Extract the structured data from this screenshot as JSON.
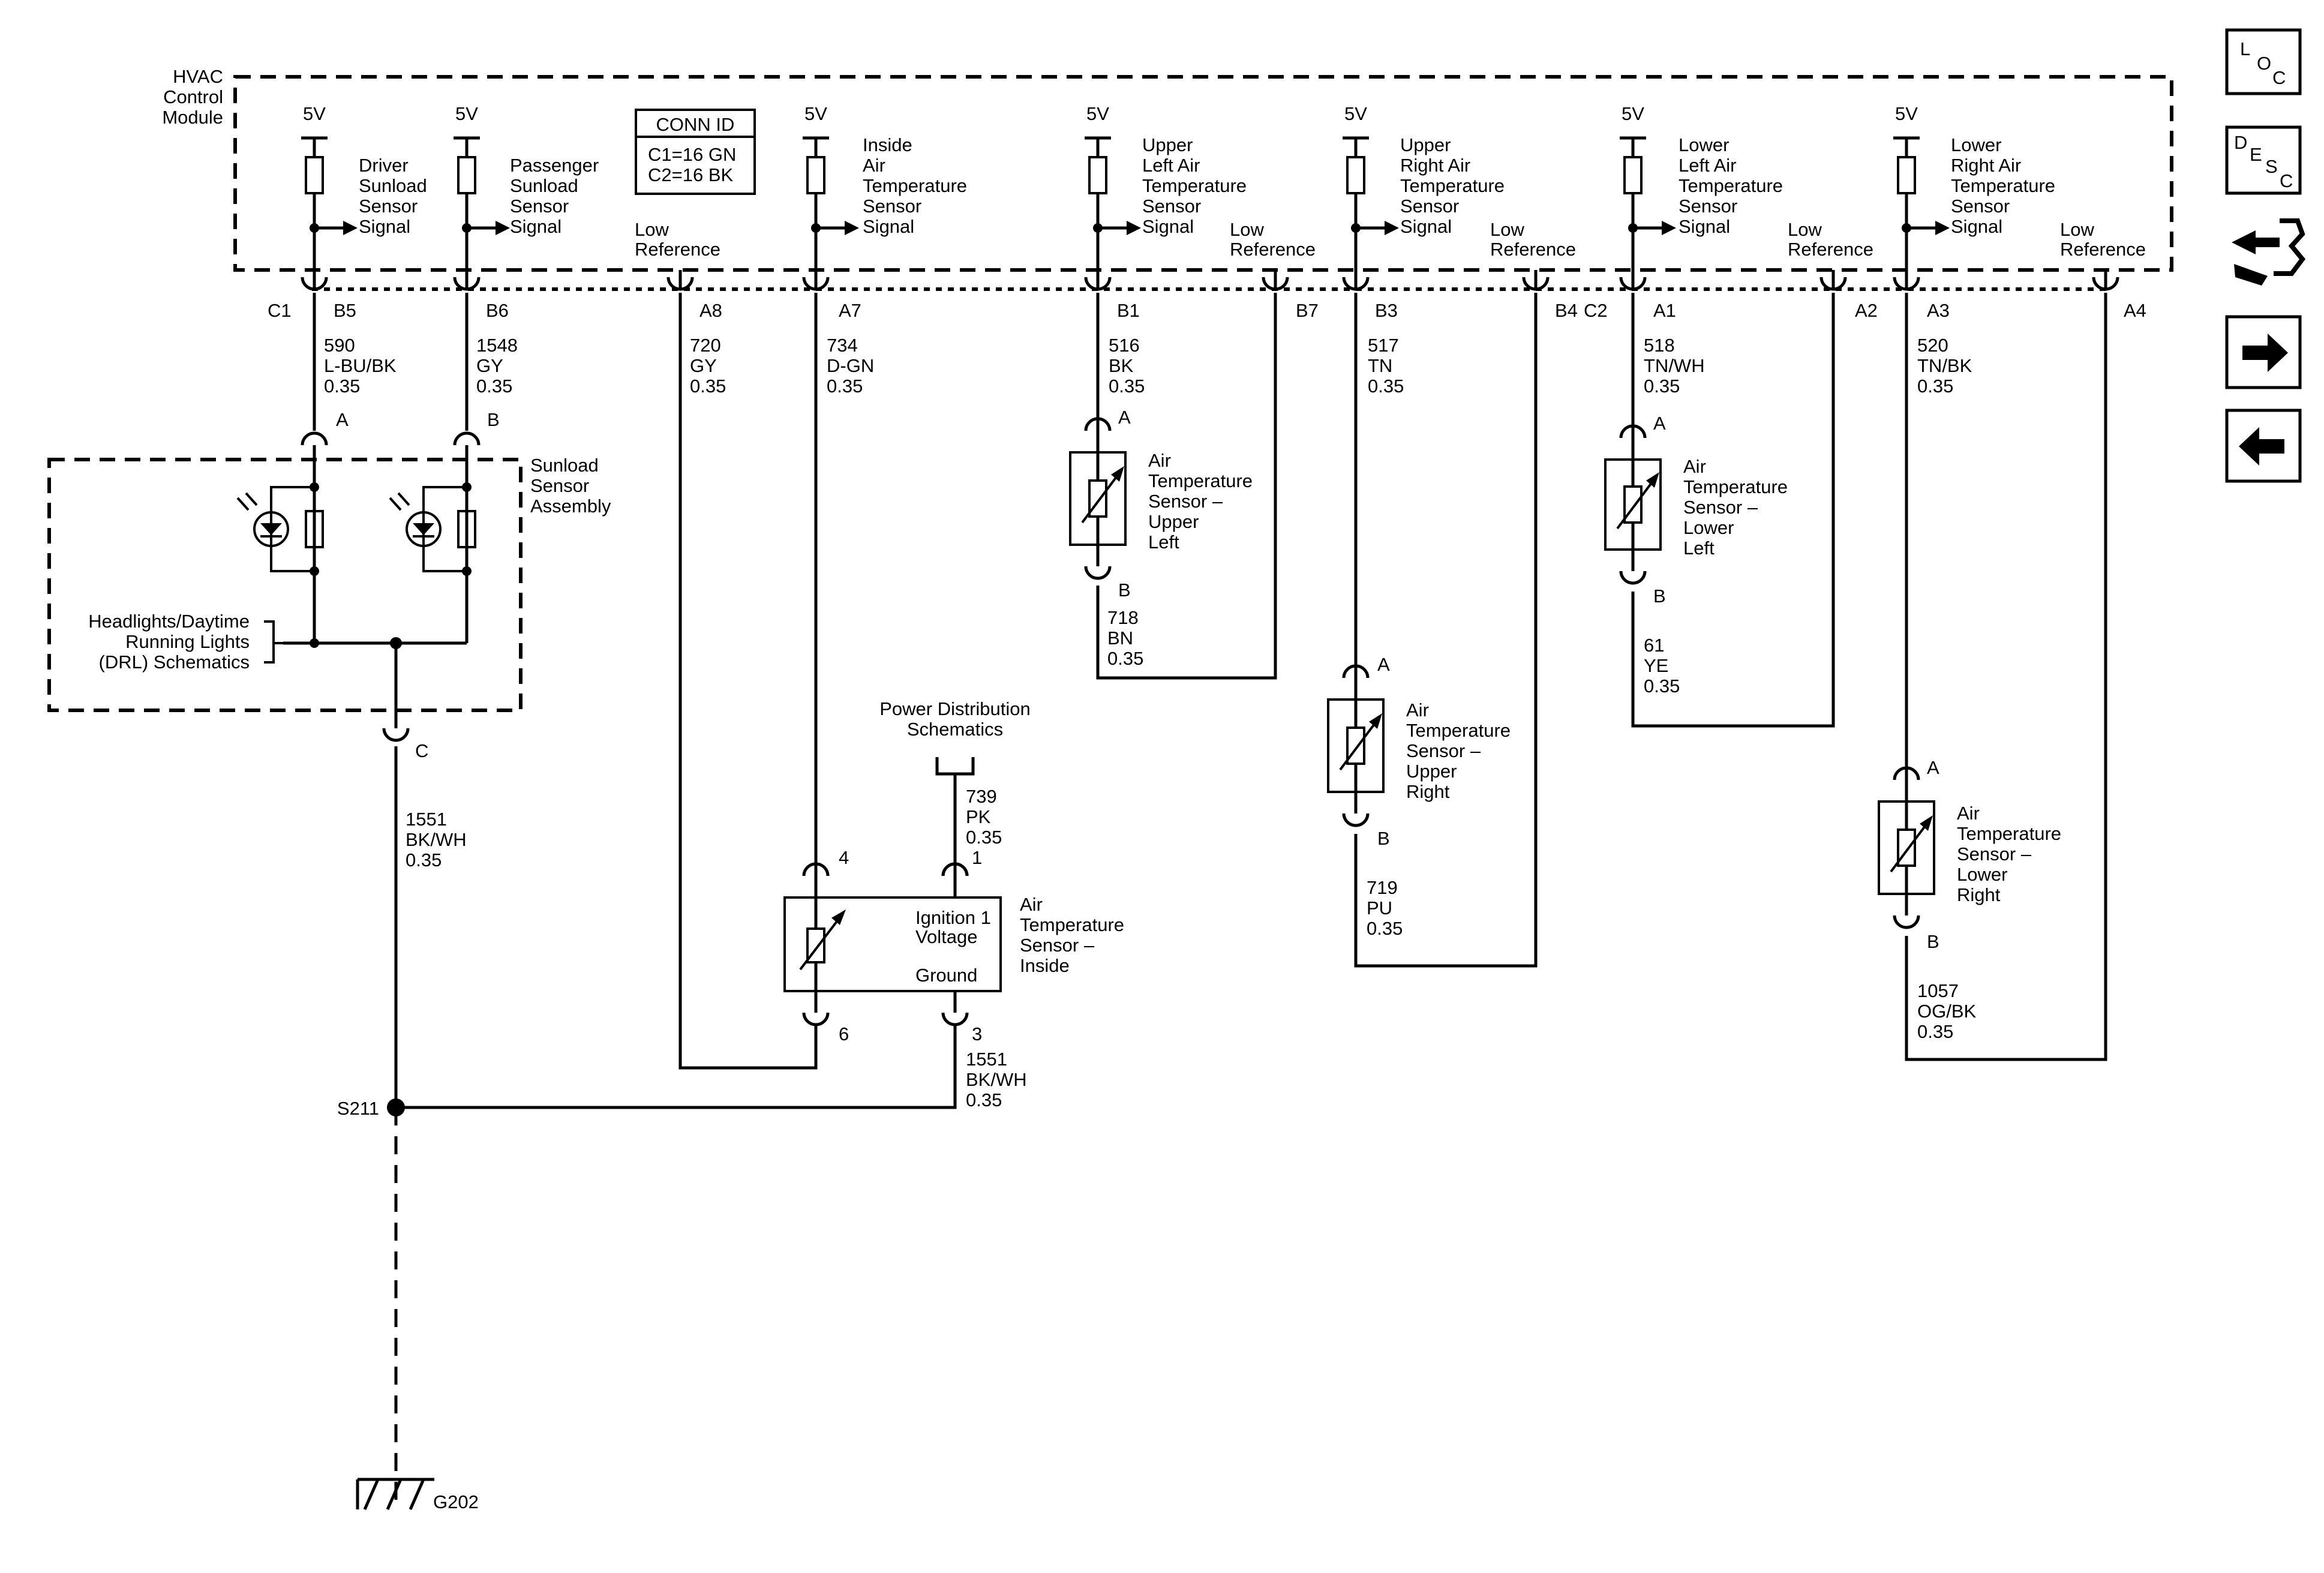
{
  "module": {
    "line1": "HVAC",
    "line2": "Control",
    "line3": "Module"
  },
  "conn_id": {
    "title": "CONN ID",
    "c1": "C1=16 GN",
    "c2": "C2=16 BK"
  },
  "voltage_label": "5V",
  "signals": {
    "driver": [
      "Driver",
      "Sunload",
      "Sensor",
      "Signal"
    ],
    "passenger": [
      "Passenger",
      "Sunload",
      "Sensor",
      "Signal"
    ],
    "inside": [
      "Inside",
      "Air",
      "Temperature",
      "Sensor",
      "Signal"
    ],
    "upper_left": [
      "Upper",
      "Left Air",
      "Temperature",
      "Sensor",
      "Signal"
    ],
    "upper_right": [
      "Upper",
      "Right Air",
      "Temperature",
      "Sensor",
      "Signal"
    ],
    "lower_left": [
      "Lower",
      "Left Air",
      "Temperature",
      "Sensor",
      "Signal"
    ],
    "lower_right": [
      "Lower",
      "Right Air",
      "Temperature",
      "Sensor",
      "Signal"
    ]
  },
  "low_ref": [
    "Low",
    "Reference"
  ],
  "pins": {
    "c1": "C1",
    "b5": "B5",
    "b6": "B6",
    "a8": "A8",
    "a7": "A7",
    "b1": "B1",
    "b7": "B7",
    "b3": "B3",
    "b4": "B4",
    "c2": "C2",
    "a1": "A1",
    "a2": "A2",
    "a3": "A3",
    "a4": "A4"
  },
  "wires": {
    "w590": [
      "590",
      "L-BU/BK",
      "0.35"
    ],
    "w1548": [
      "1548",
      "GY",
      "0.35"
    ],
    "w720": [
      "720",
      "GY",
      "0.35"
    ],
    "w734": [
      "734",
      "D-GN",
      "0.35"
    ],
    "w516": [
      "516",
      "BK",
      "0.35"
    ],
    "w517": [
      "517",
      "TN",
      "0.35"
    ],
    "w518": [
      "518",
      "TN/WH",
      "0.35"
    ],
    "w520": [
      "520",
      "TN/BK",
      "0.35"
    ],
    "w718": [
      "718",
      "BN",
      "0.35"
    ],
    "w719": [
      "719",
      "PU",
      "0.35"
    ],
    "w61": [
      "61",
      "YE",
      "0.35"
    ],
    "w1057": [
      "1057",
      "OG/BK",
      "0.35"
    ],
    "w1551a": [
      "1551",
      "BK/WH",
      "0.35"
    ],
    "w1551b": [
      "1551",
      "BK/WH",
      "0.35"
    ],
    "w739": [
      "739",
      "PK",
      "0.35"
    ]
  },
  "sunload": {
    "title": [
      "Sunload",
      "Sensor",
      "Assembly"
    ],
    "pin_a": "A",
    "pin_b": "B",
    "pin_c": "C",
    "drl": [
      "Headlights/Daytime",
      "Running Lights",
      "(DRL) Schematics"
    ]
  },
  "sensors": {
    "upper_left": {
      "name": [
        "Air",
        "Temperature",
        "Sensor –",
        "Upper",
        "Left"
      ],
      "pin_a": "A",
      "pin_b": "B"
    },
    "upper_right": {
      "name": [
        "Air",
        "Temperature",
        "Sensor –",
        "Upper",
        "Right"
      ],
      "pin_a": "A",
      "pin_b": "B"
    },
    "lower_left": {
      "name": [
        "Air",
        "Temperature",
        "Sensor –",
        "Lower",
        "Left"
      ],
      "pin_a": "A",
      "pin_b": "B"
    },
    "lower_right": {
      "name": [
        "Air",
        "Temperature",
        "Sensor –",
        "Lower",
        "Right"
      ],
      "pin_a": "A",
      "pin_b": "B"
    },
    "inside": {
      "name": [
        "Air",
        "Temperature",
        "Sensor –",
        "Inside"
      ],
      "ign": [
        "Ignition 1",
        "Voltage"
      ],
      "ground": "Ground",
      "pin4": "4",
      "pin1": "1",
      "pin6": "6",
      "pin3": "3"
    }
  },
  "power_dist": [
    "Power Distribution",
    "Schematics"
  ],
  "splice": "S211",
  "ground": "G202",
  "nav": {
    "loc": [
      "L",
      "O",
      "C"
    ],
    "desc": [
      "D",
      "E",
      "S",
      "C"
    ]
  }
}
